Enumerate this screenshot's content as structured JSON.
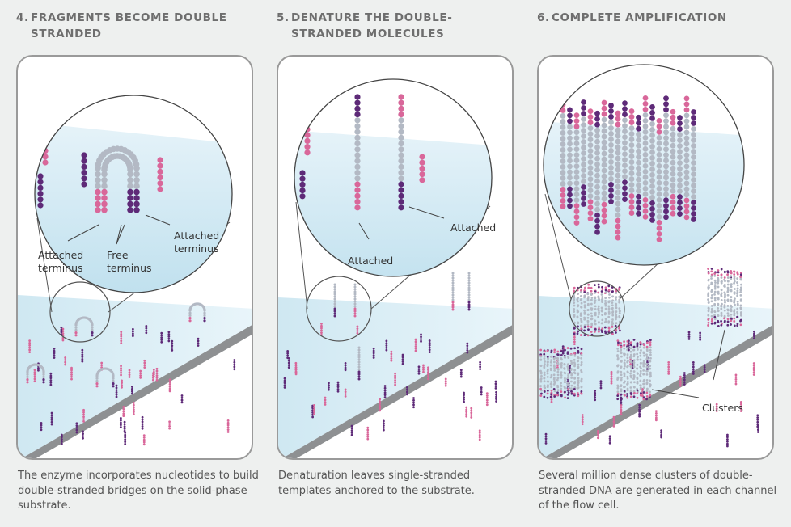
{
  "steps": [
    {
      "number": "4.",
      "title": "FRAGMENTS BECOME DOUBLE STRANDED",
      "caption": "The enzyme incorporates nucleotides to build double-stranded bridges on the solid-phase substrate.",
      "labels": {
        "attached_terminus_left": "Attached terminus",
        "free_terminus": "Free terminus",
        "attached_terminus_right": "Attached terminus"
      }
    },
    {
      "number": "5.",
      "title": "DENATURE THE DOUBLE-STRANDED MOLECULES",
      "caption": "Denaturation leaves single-stranded templates anchored to the substrate.",
      "labels": {
        "attached_right": "Attached",
        "attached_bottom": "Attached"
      }
    },
    {
      "number": "6.",
      "title": "COMPLETE AMPLIFICATION",
      "caption": "Several million dense clusters of double-stranded DNA are generated in each channel of the flow cell.",
      "labels": {
        "clusters": "Clusters"
      }
    }
  ],
  "colors": {
    "pink": "#d9679a",
    "purple": "#5e2a78",
    "grey": "#b3b9c4",
    "surface": "#cfe8f2",
    "panel_border": "#9a9a9a"
  }
}
